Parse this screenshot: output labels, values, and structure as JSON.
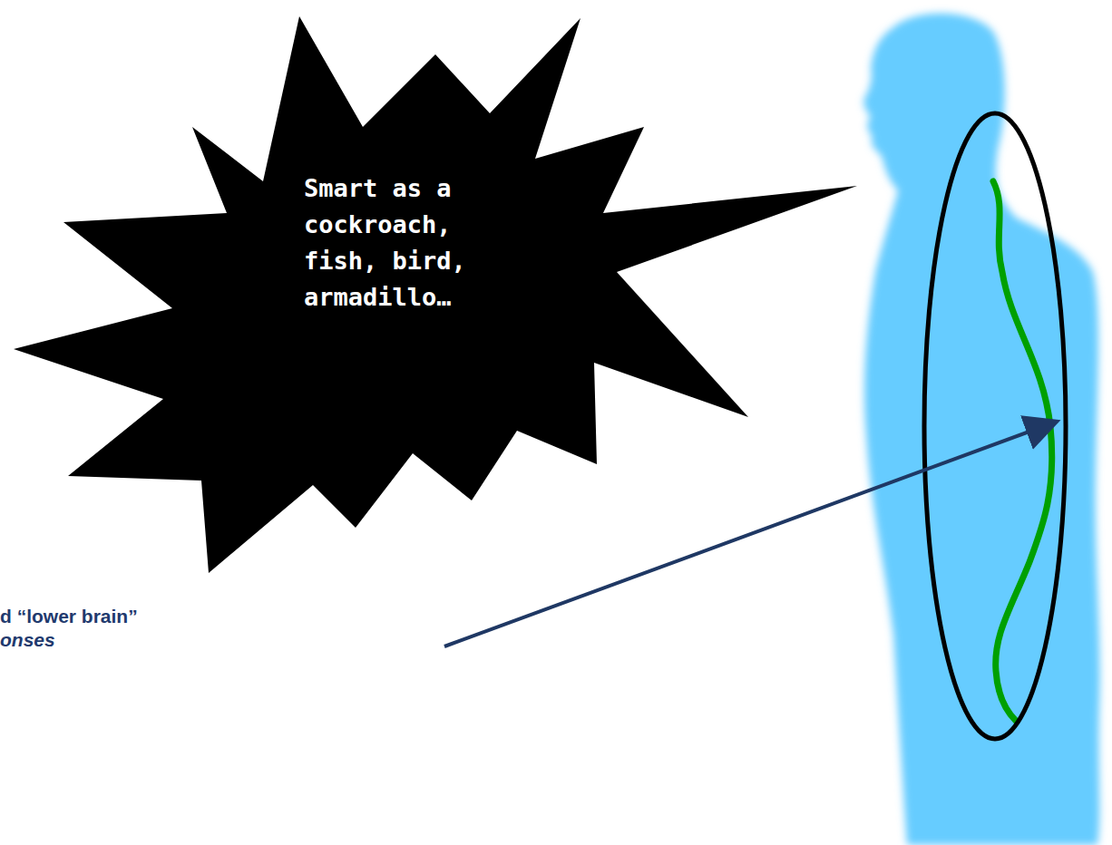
{
  "diagram": {
    "nodes": [
      {
        "text": [
          "Smart as a cockroach, fish, bird, armadillo…"
        ]
      }
    ],
    "labels": [
      "d “lower brain”",
      "onses"
    ]
  }
}
